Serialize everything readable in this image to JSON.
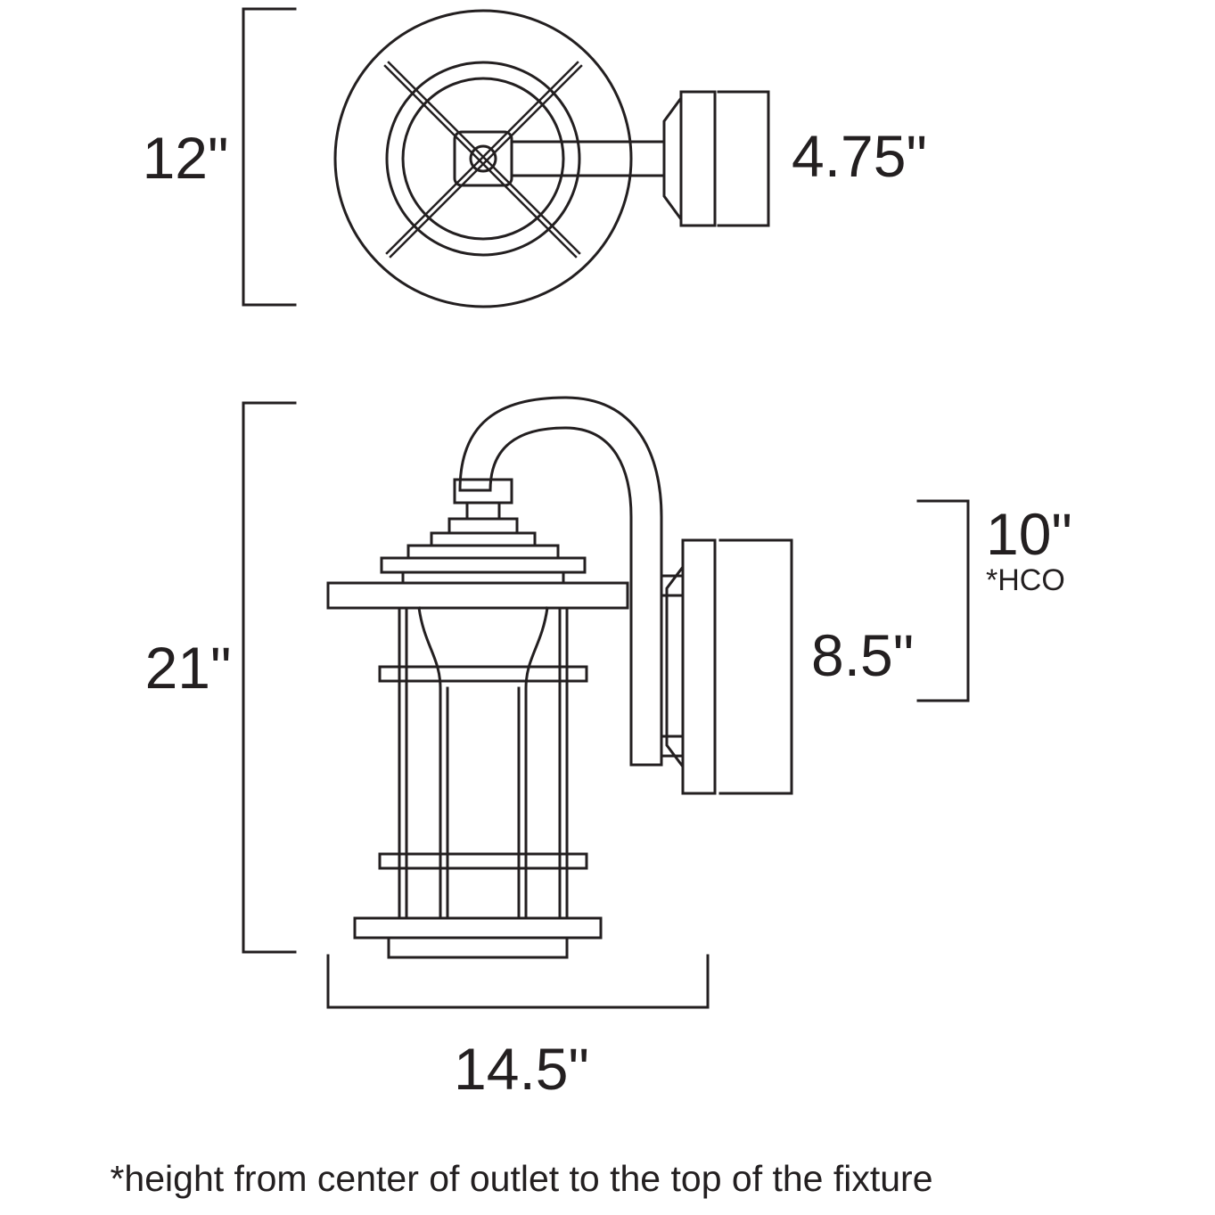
{
  "diagram": {
    "background": "#ffffff",
    "line_color": "#231f20",
    "dimensions": {
      "top_view_height": "12\"",
      "backplate_width": "4.75\"",
      "fixture_height": "21\"",
      "backplate_height": "8.5\"",
      "height_center_outlet": "10\"",
      "height_center_outlet_note": "*HCO",
      "fixture_width": "14.5\""
    },
    "footnote": "*height from center of outlet to the top of the fixture"
  }
}
